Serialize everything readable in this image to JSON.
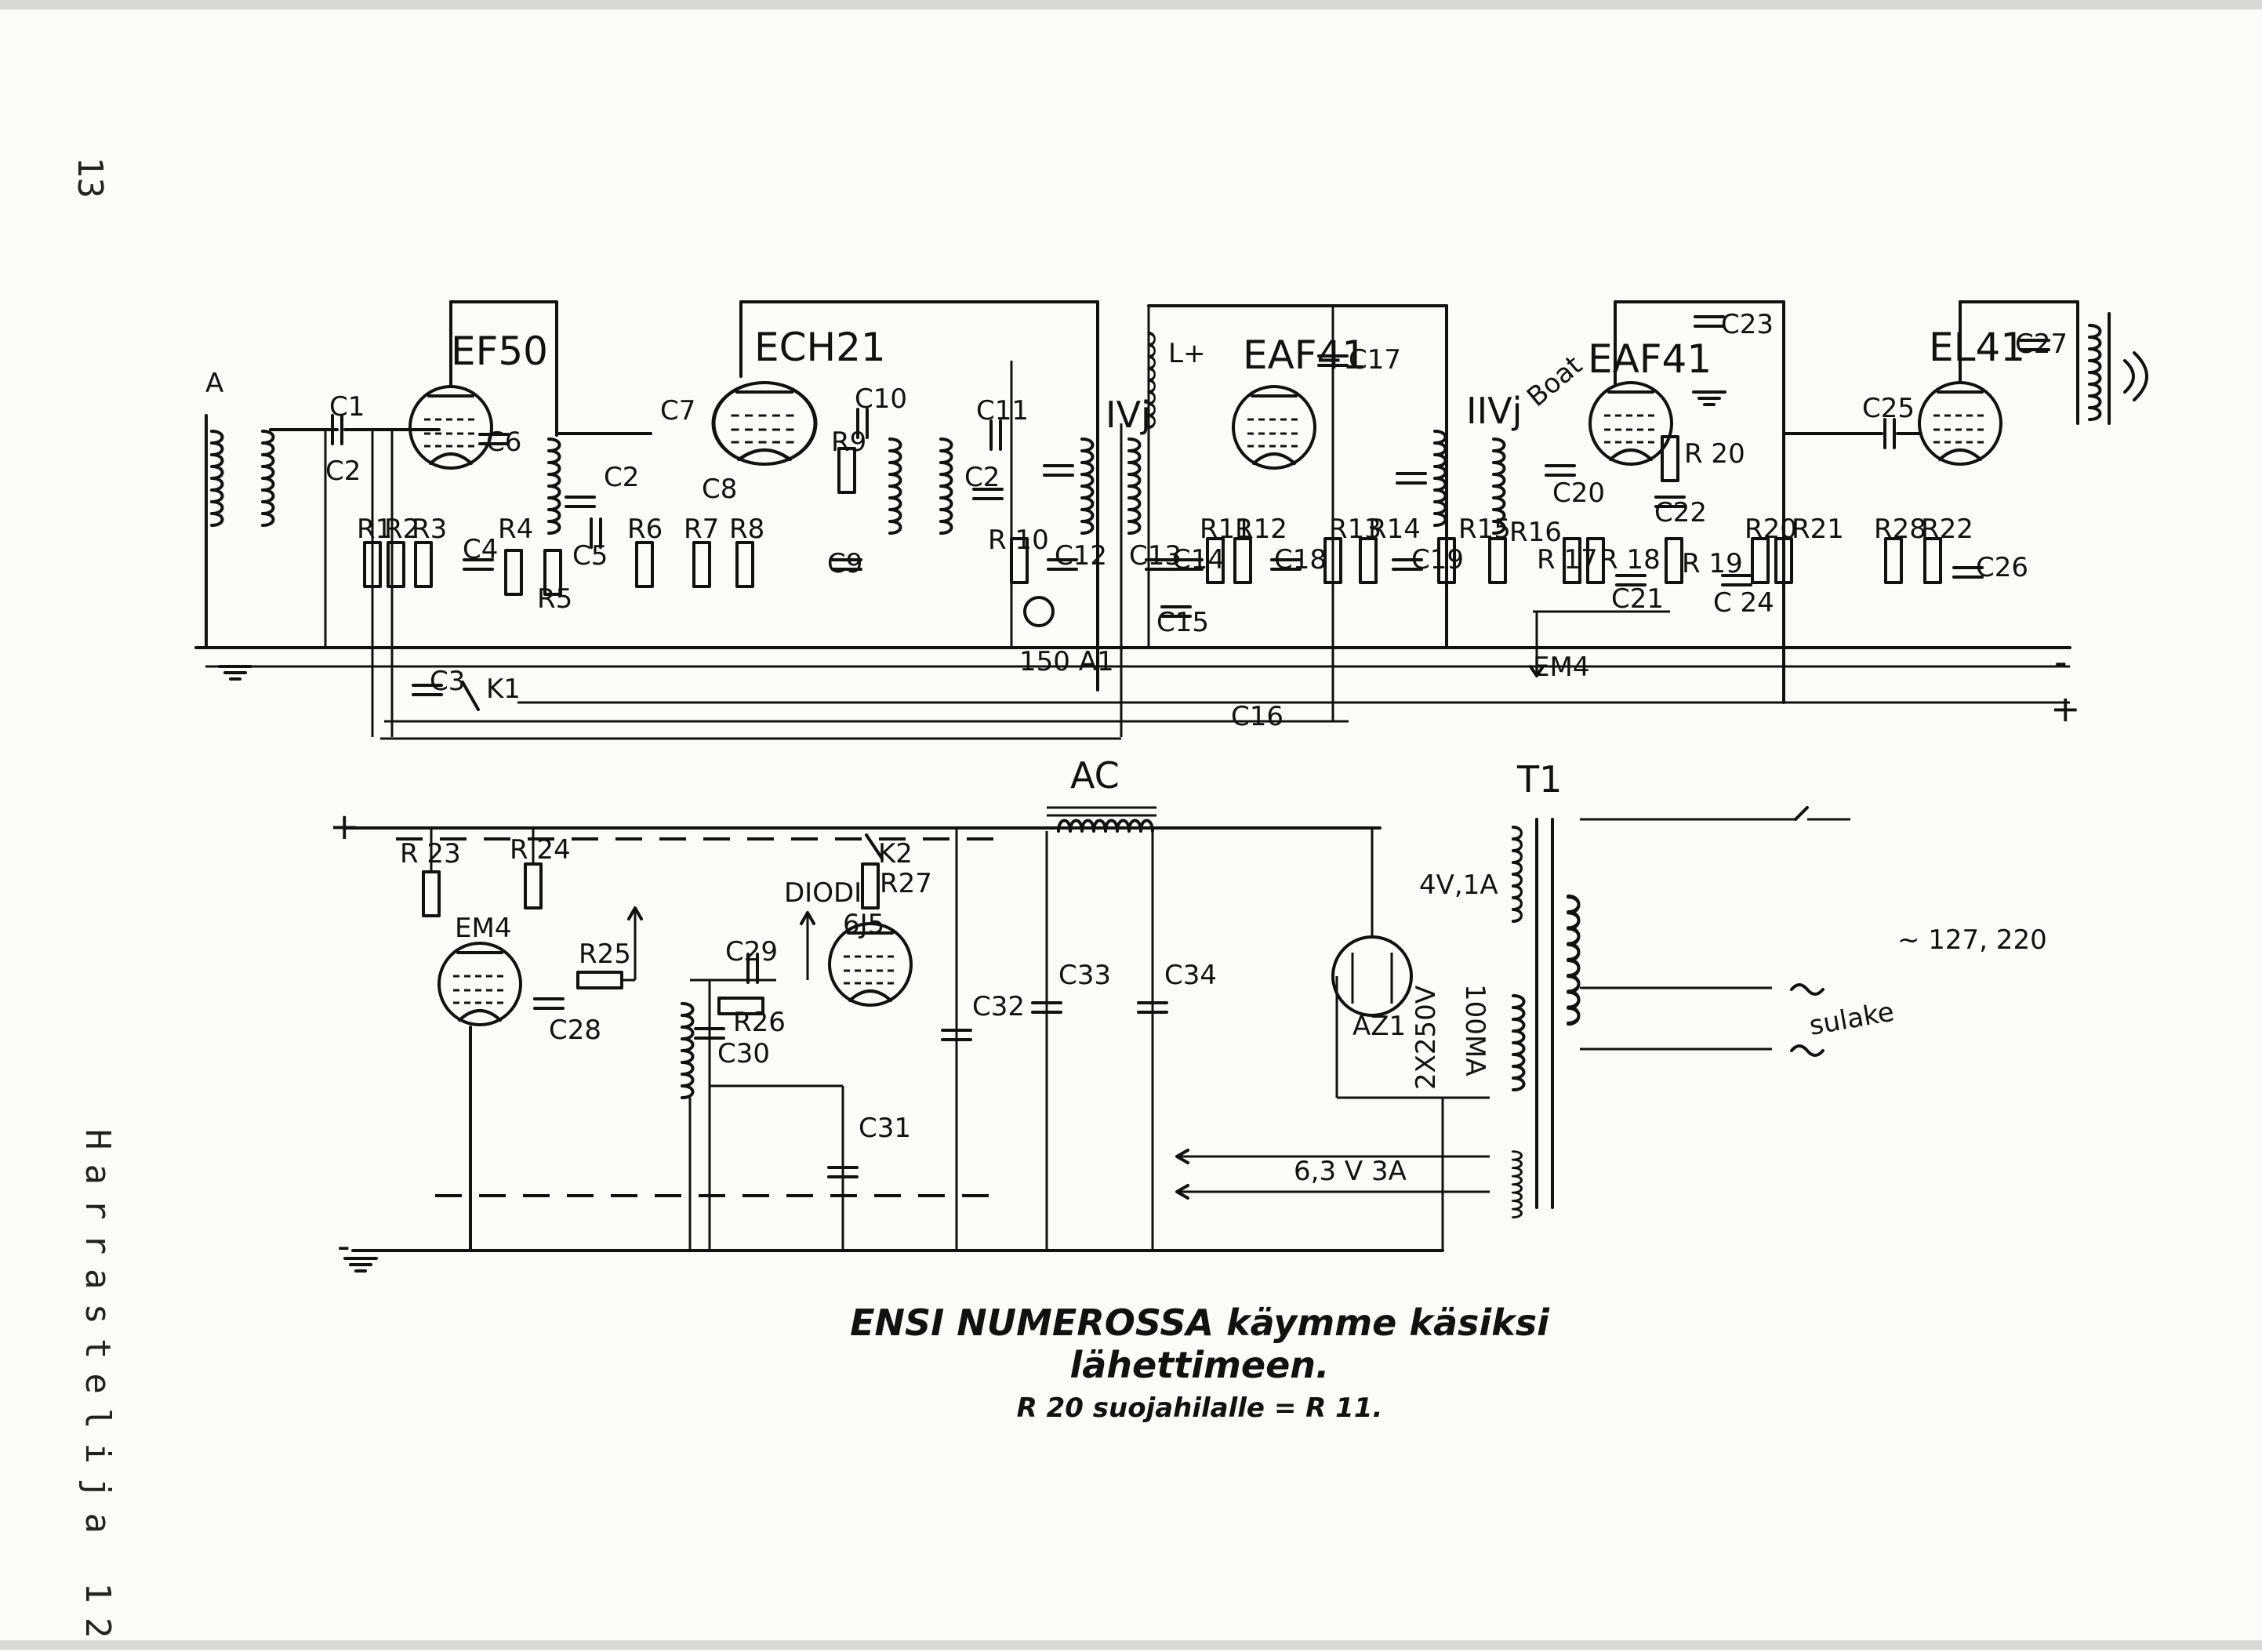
{
  "page": {
    "page_number": "13",
    "running_head": "Harrastelija 12"
  },
  "caption": {
    "main": "ENSI NUMEROSSA käymme käsiksi lähettimeen.",
    "sub": "R 20 suojahilalle = R 11."
  },
  "tubes": {
    "ef50": "EF50",
    "ech21": "ECH21",
    "eaf41_a": "EAF41",
    "eaf41_b": "EAF41",
    "el41": "EL41",
    "em4": "EM4",
    "j5": "6J5",
    "az1": "AZ1"
  },
  "labels": {
    "antenna": "A",
    "c1": "C1",
    "c2a": "C2",
    "c2b": "C2",
    "r1": "R1",
    "r2": "R2",
    "r3": "R3",
    "c4": "C4",
    "r4": "R4",
    "c6": "C6",
    "c5": "C5",
    "r5": "R5",
    "c3": "C3",
    "k1": "K1",
    "c7": "C7",
    "r6": "R6",
    "r7": "R7",
    "r8": "R8",
    "c8": "C8",
    "r9": "R9",
    "c10": "C10",
    "c9": "C9",
    "c11": "C11",
    "c2c": "C2",
    "r10": "R 10",
    "c12": "C12",
    "lamp": "150 A1",
    "ivj": "IVj",
    "lplus": "L+",
    "c17": "C17",
    "c13": "C13",
    "c14": "C14",
    "c15": "C15",
    "r11": "R11",
    "r12": "R12",
    "c18": "C18",
    "r13": "R13",
    "r14": "R14",
    "c19": "C19",
    "c16": "C16",
    "iivj": "IIVj",
    "boat": "Boat",
    "c20": "C20",
    "r15": "R15",
    "r16": "R16",
    "r17": "R 17",
    "r18": "R 18",
    "c21": "C21",
    "c22": "C22",
    "r19": "R 19",
    "r20": "R 20",
    "c23": "C23",
    "em4_ref": "EM4",
    "c24": "C 24",
    "r20b": "R20",
    "r21": "R21",
    "c25": "C25",
    "c27": "C27",
    "r28": "R28",
    "r22": "R22",
    "c26": "C26",
    "minus": "-",
    "plus": "+",
    "plus2": "+",
    "r23": "R 23",
    "r24": "R 24",
    "em4_tube": "EM4",
    "r25": "R25",
    "c28": "C28",
    "diodi": "DIODI",
    "k2": "K2",
    "r27": "R27",
    "c29": "C29",
    "r26": "R26",
    "c30": "C30",
    "c31": "C31",
    "c32": "C32",
    "c33": "C33",
    "c34": "C34",
    "ac": "AC",
    "t1": "T1",
    "v4": "4V,1A",
    "ma100": "100MA",
    "hv": "2X250V",
    "v63": "6,3 V 3A",
    "mains": "~ 127, 220",
    "sulake": "sulake",
    "minus2": "-"
  }
}
